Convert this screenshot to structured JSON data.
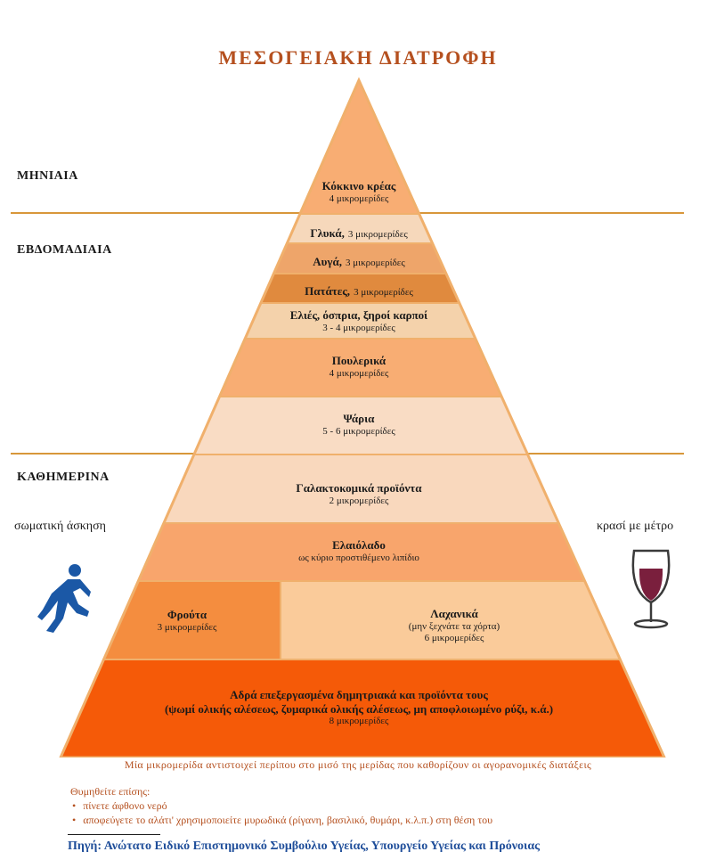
{
  "title": "ΜΕΣΟΓΕΙΑΚΗ ΔΙΑΤΡΟΦΗ",
  "frequency_labels": {
    "monthly": "ΜΗΝΙΑΙΑ",
    "weekly": "ΕΒΔΟΜΑΔΙΑΙΑ",
    "daily": "ΚΑΘΗΜΕΡΙΝΑ"
  },
  "levels": {
    "red_meat": {
      "name": "Κόκκινο κρέας",
      "servings": "4 μικρομερίδες",
      "color": "#f8ad73"
    },
    "sweets": {
      "name": "Γλυκά,",
      "servings": "3 μικρομερίδες",
      "color": "#f6d8bb"
    },
    "eggs": {
      "name": "Αυγά,",
      "servings": "3 μικρομερίδες",
      "color": "#eea56a"
    },
    "potatoes": {
      "name": "Πατάτες,",
      "servings": "3 μικρομερίδες",
      "color": "#e08a3e"
    },
    "olives": {
      "name": "Ελιές, όσπρια, ξηροί καρποί",
      "servings": "3 - 4 μικρομερίδες",
      "color": "#f4d2ab"
    },
    "poultry": {
      "name": "Πουλερικά",
      "servings": "4 μικρομερίδες",
      "color": "#f8ad73"
    },
    "fish": {
      "name": "Ψάρια",
      "servings": "5 - 6 μικρομερίδες",
      "color": "#f9dcc4"
    },
    "dairy": {
      "name": "Γαλακτοκομικά προϊόντα",
      "servings": "2 μικρομερίδες",
      "color": "#f9d8bd"
    },
    "olive_oil": {
      "name": "Ελαιόλαδο",
      "servings": "ως κύριο προστιθέμενο λιπίδιο",
      "color": "#f8a56c"
    },
    "fruits": {
      "name": "Φρούτα",
      "servings": "3 μικρομερίδες",
      "color": "#f48d3f"
    },
    "vegetables": {
      "name": "Λαχανικά",
      "note": "(μην ξεχνάτε τα χόρτα)",
      "servings": "6 μικρομερίδες",
      "color": "#facb9a"
    },
    "grains": {
      "name": "Αδρά επεξεργασμένα δημητριακά και προϊόντα τους",
      "examples": "(ψωμί ολικής αλέσεως, ζυμαρικά ολικής αλέσεως, μη αποφλοιωμένο ρύζι, κ.ά.)",
      "servings": "8 μικρομερίδες",
      "color": "#f55a08"
    }
  },
  "pyramid_border_color": "#f0b06c",
  "side": {
    "exercise": "σωματική άσκηση",
    "exercise_icon": "running-person-icon",
    "wine": "κρασί με μέτρο",
    "wine_icon": "wine-glass-icon"
  },
  "note": "Μία μικρομερίδα αντιστοιχεί περίπου στο μισό της μερίδας που καθορίζουν οι αγορανομικές διατάξεις",
  "reminders": {
    "heading": "Θυμηθείτε επίσης:",
    "items": [
      "πίνετε άφθονο νερό",
      "αποφεύγετε το αλάτι' χρησιμοποιείτε μυρωδικά (ρίγανη, βασιλικό, θυμάρι, κ.λ.π.) στη θέση του"
    ]
  },
  "source": "Πηγή: Ανώτατο Ειδικό Επιστημονικό Συμβούλιο Υγείας, Υπουργείο Υγείας και Πρόνοιας",
  "accent_color": "#b5501f",
  "source_color": "#1f4e9a"
}
